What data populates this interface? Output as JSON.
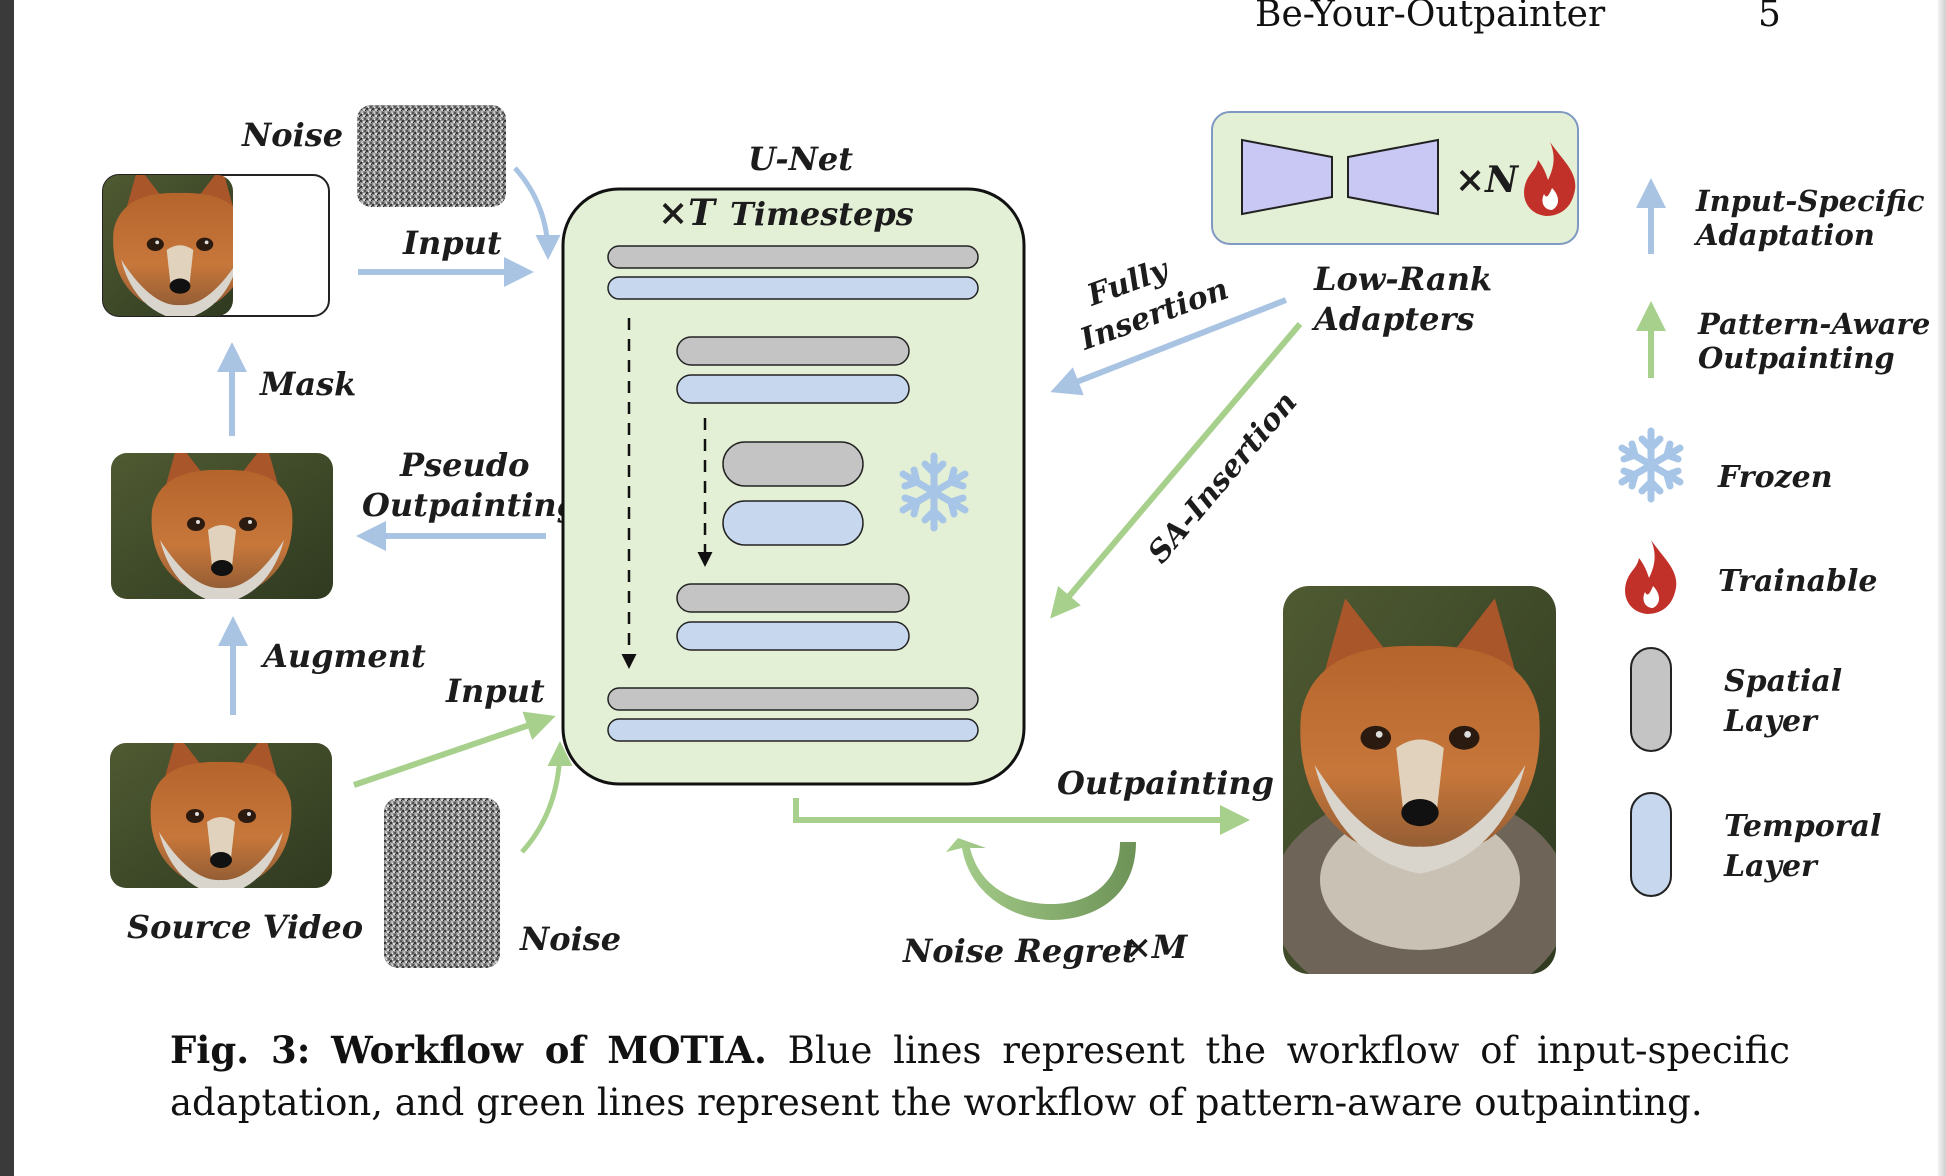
{
  "header": {
    "running_title": "Be-Your-Outpainter",
    "page_number": "5"
  },
  "figure": {
    "labels": {
      "noise_top": "Noise",
      "input_top": "Input",
      "mask": "Mask",
      "pseudo_1": "Pseudo",
      "pseudo_2": "Outpainting",
      "augment": "Augment",
      "input_bottom": "Input",
      "source_video": "Source Video",
      "noise_bottom": "Noise",
      "unet": "U-Net",
      "xt": "×T",
      "timesteps": "Timesteps",
      "xn": "×N",
      "lora_1": "Low-Rank",
      "lora_2": "Adapters",
      "fully_1": "Fully",
      "fully_2": "Insertion",
      "sa_insertion": "SA-Insertion",
      "outpainting": "Outpainting",
      "noise_regret": "Noise Regret",
      "xm": "×M"
    },
    "legend": {
      "isa_1": "Input-Specific",
      "isa_2": "Adaptation",
      "pao_1": "Pattern-Aware",
      "pao_2": "Outpainting",
      "frozen": "Frozen",
      "trainable": "Trainable",
      "spatial_1": "Spatial",
      "spatial_2": "Layer",
      "temporal_1": "Temporal",
      "temporal_2": "Layer"
    },
    "colors": {
      "blue_line": "#a9c3e3",
      "green_line": "#a8d08d",
      "unet_fill": "#e4f0d6",
      "spatial_fill": "#c4c4c4",
      "temporal_fill": "#c6d7ee",
      "adapter_fill": "#c9c8f4",
      "flame": "#c1312a",
      "snow": "#a7c5e6"
    }
  },
  "caption": {
    "fig_label": "Fig. 3:",
    "fig_title": "Workflow of MOTIA.",
    "text": "Blue lines represent the workflow of input-specific adaptation, and green lines represent the workflow of pattern-aware outpainting."
  }
}
